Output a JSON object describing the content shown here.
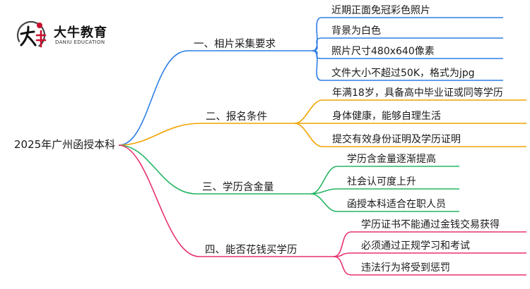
{
  "logo": {
    "name": "大牛教育",
    "sub": "DANIU EDUCATION"
  },
  "root": "2025年广州函授本科",
  "colors": [
    "#2f7fe6",
    "#f0a400",
    "#23b561",
    "#e8336d"
  ],
  "branches": [
    {
      "label": "一、相片采集要求",
      "leaves": [
        "近期正面免冠彩色照片",
        "背景为白色",
        "照片尺寸480x640像素",
        "文件大小不超过50K，格式为jpg"
      ]
    },
    {
      "label": "二、报名条件",
      "leaves": [
        "年满18岁，具备高中毕业证或同等学历",
        "身体健康，能够自理生活",
        "提交有效身份证明及学历证明"
      ]
    },
    {
      "label": "三、学历含金量",
      "leaves": [
        "学历含金量逐渐提高",
        "社会认可度上升",
        "函授本科适合在职人员"
      ]
    },
    {
      "label": "四、能否花钱买学历",
      "leaves": [
        "学历证书不能通过金钱交易获得",
        "必须通过正规学习和考试",
        "违法行为将受到惩罚"
      ]
    }
  ]
}
